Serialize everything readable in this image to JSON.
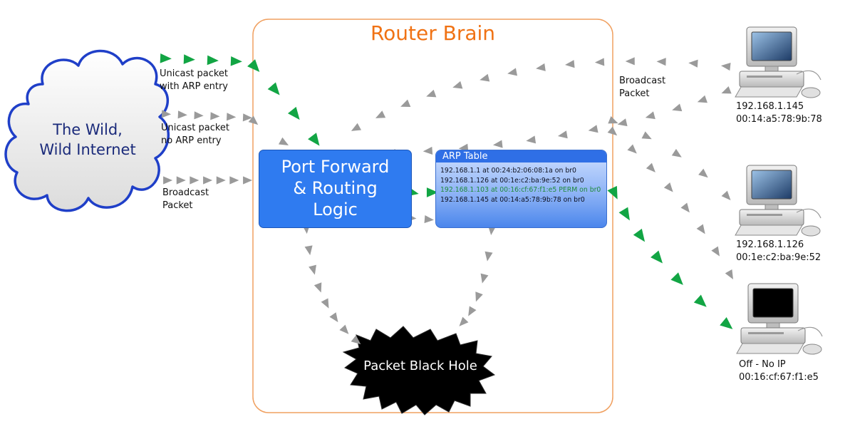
{
  "router": {
    "title": "Router Brain"
  },
  "internet": {
    "line1": "The Wild,",
    "line2": "Wild Internet"
  },
  "labels": {
    "unicast_arp_1": "Unicast packet",
    "unicast_arp_2": "with ARP entry",
    "unicast_noarp_1": "Unicast packet",
    "unicast_noarp_2": "no ARP entry",
    "broadcast_left_1": "Broadcast",
    "broadcast_left_2": "Packet",
    "broadcast_right_1": "Broadcast",
    "broadcast_right_2": "Packet"
  },
  "port_forward": {
    "line1": "Port Forward",
    "line2": "& Routing",
    "line3": "Logic"
  },
  "arp_table": {
    "title": "ARP Table",
    "rows": [
      "192.168.1.1 at 00:24:b2:06:08:1a on br0",
      "192.168.1.126 at 00:1e:c2:ba:9e:52 on br0",
      "192.168.1.103 at 00:16:cf:67:f1:e5 PERM on br0",
      "192.168.1.145 at 00:14:a5:78:9b:78 on br0"
    ]
  },
  "black_hole": {
    "label": "Packet Black Hole"
  },
  "computers": [
    {
      "ip": "192.168.1.145",
      "mac": "00:14:a5:78:9b:78",
      "screen": "on"
    },
    {
      "ip": "192.168.1.126",
      "mac": "00:1e:c2:ba:9e:52",
      "screen": "on"
    },
    {
      "ip": "Off - No IP",
      "mac": "00:16:cf:67:f1:e5",
      "screen": "off"
    }
  ],
  "colors": {
    "green_arrow": "#12a544",
    "gray_arrow": "#9a9a9a",
    "router_border": "#f0a060",
    "router_title": "#f07214",
    "cloud_border": "#1f3fc8",
    "port_forward_fill": "#2f7bf0",
    "arp_header": "#2f6fe6"
  }
}
